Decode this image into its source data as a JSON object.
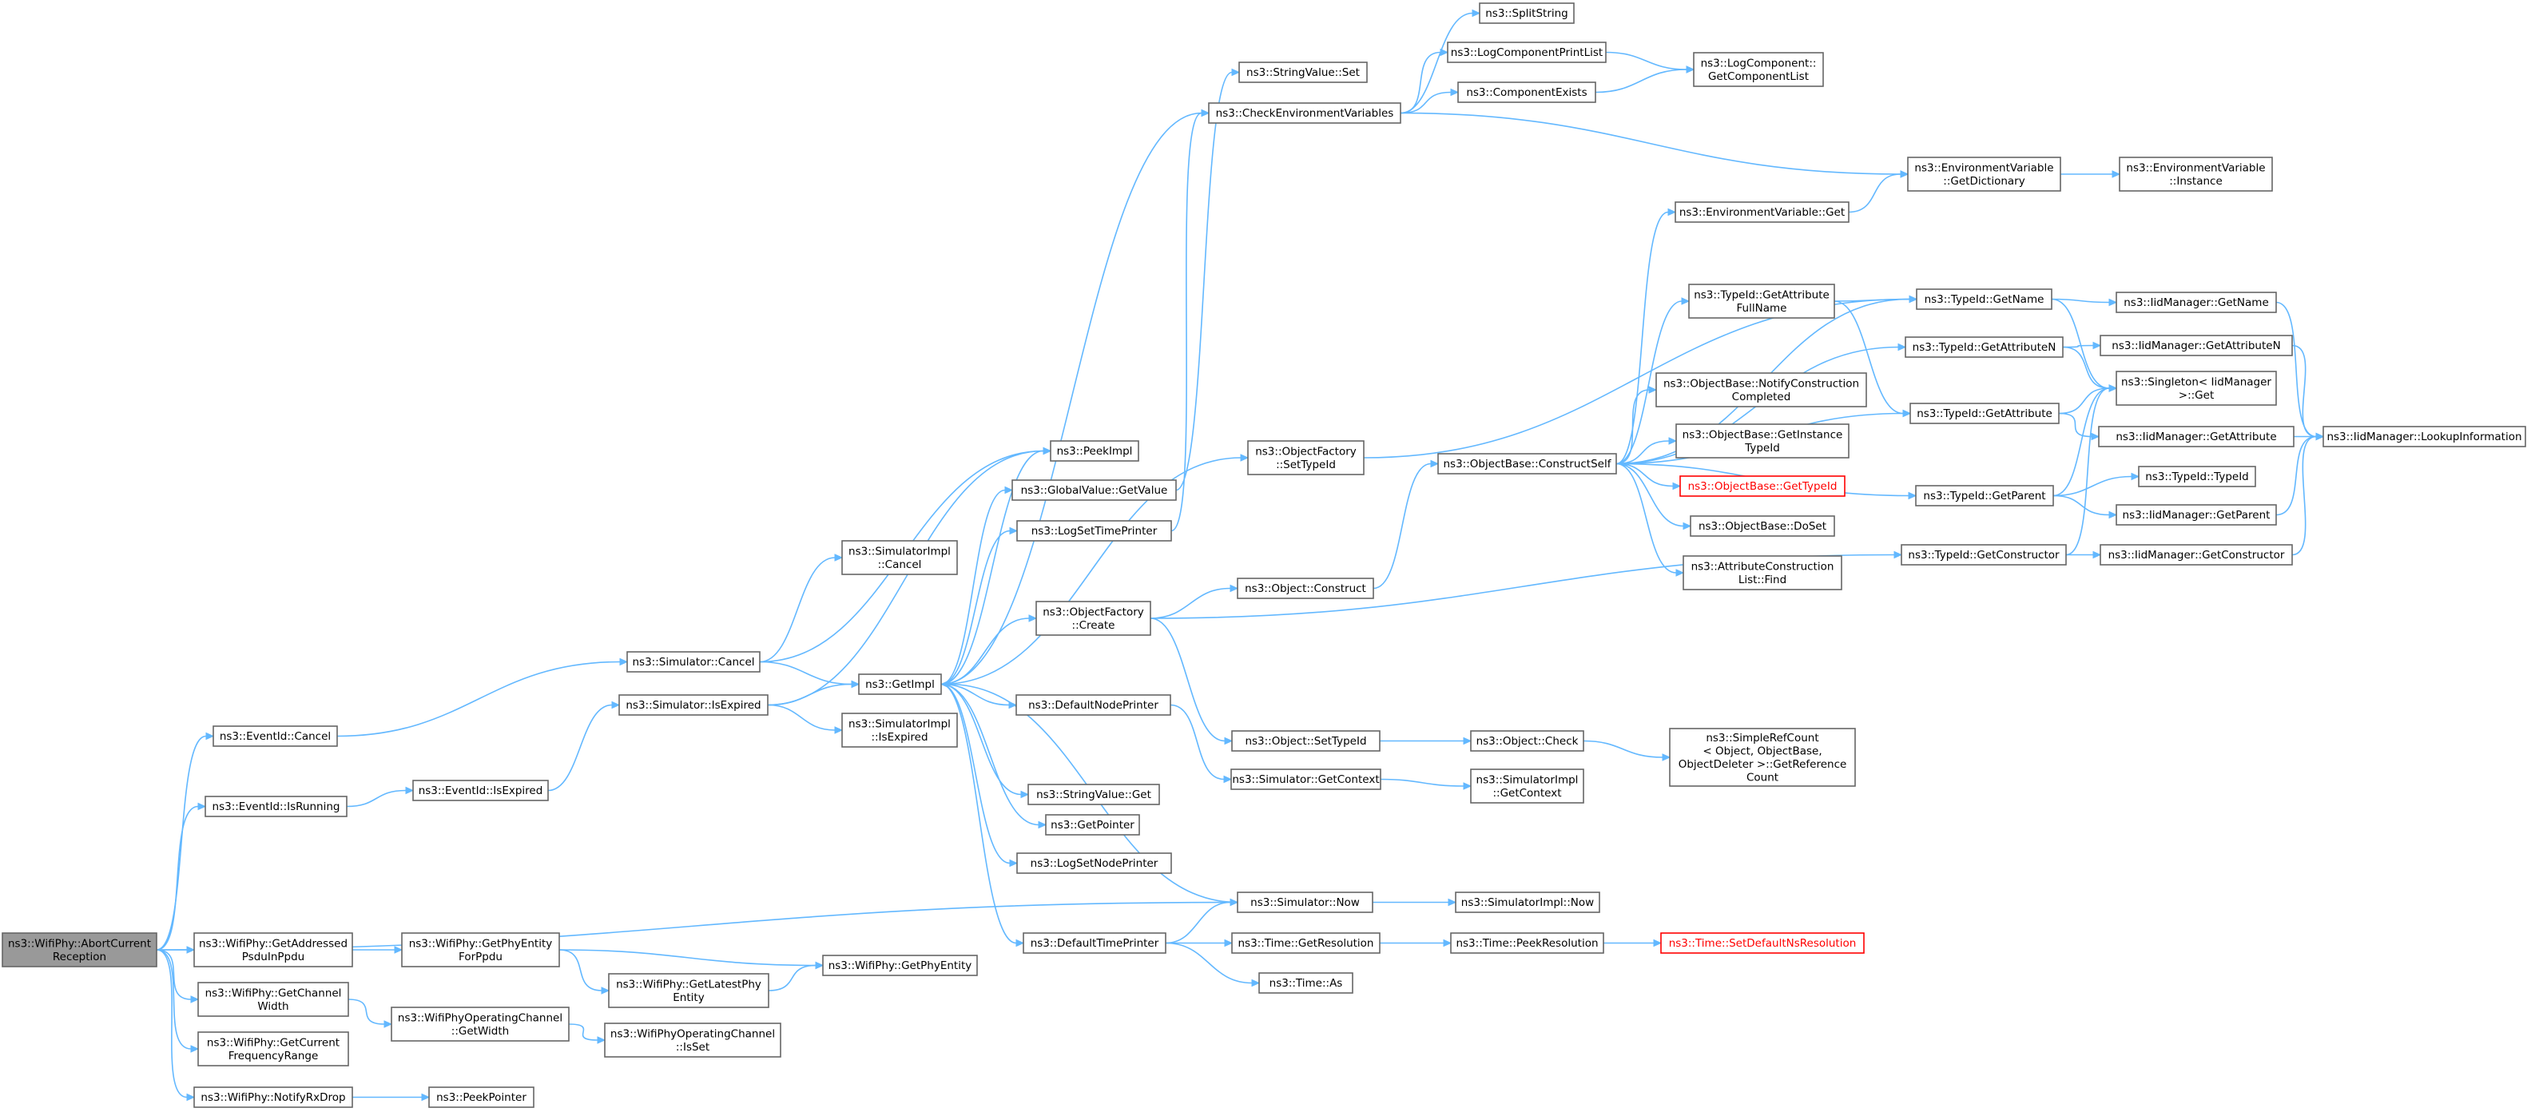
{
  "graph": {
    "edge_color": "#63b8ff",
    "root_fill": "#999999",
    "missing_doc_color": "#ff0000",
    "nodes": [
      {
        "id": "abortCurrentReception",
        "lines": [
          "ns3::WifiPhy::AbortCurrent",
          "Reception"
        ],
        "style": "root"
      },
      {
        "id": "eventIdCancel",
        "lines": [
          "ns3::EventId::Cancel"
        ]
      },
      {
        "id": "eventIdIsRunning",
        "lines": [
          "ns3::EventId::IsRunning"
        ]
      },
      {
        "id": "getAddressedPsdu",
        "lines": [
          "ns3::WifiPhy::GetAddressed",
          "PsduInPpdu"
        ]
      },
      {
        "id": "getChannelWidth",
        "lines": [
          "ns3::WifiPhy::GetChannel",
          "Width"
        ]
      },
      {
        "id": "getCurrentFreqRange",
        "lines": [
          "ns3::WifiPhy::GetCurrent",
          "FrequencyRange"
        ]
      },
      {
        "id": "notifyRxDrop",
        "lines": [
          "ns3::WifiPhy::NotifyRxDrop"
        ]
      },
      {
        "id": "eventIdIsExpired",
        "lines": [
          "ns3::EventId::IsExpired"
        ]
      },
      {
        "id": "getPhyEntityForPpdu",
        "lines": [
          "ns3::WifiPhy::GetPhyEntity",
          "ForPpdu"
        ]
      },
      {
        "id": "opChannelGetWidth",
        "lines": [
          "ns3::WifiPhyOperatingChannel",
          "::GetWidth"
        ]
      },
      {
        "id": "peekPointer",
        "lines": [
          "ns3::PeekPointer"
        ]
      },
      {
        "id": "simulatorCancel",
        "lines": [
          "ns3::Simulator::Cancel"
        ]
      },
      {
        "id": "simulatorIsExpired",
        "lines": [
          "ns3::Simulator::IsExpired"
        ]
      },
      {
        "id": "getLatestPhyEntity",
        "lines": [
          "ns3::WifiPhy::GetLatestPhy",
          "Entity"
        ]
      },
      {
        "id": "opChannelIsSet",
        "lines": [
          "ns3::WifiPhyOperatingChannel",
          "::IsSet"
        ]
      },
      {
        "id": "simImplCancel",
        "lines": [
          "ns3::SimulatorImpl",
          "::Cancel"
        ]
      },
      {
        "id": "simImplIsExpired",
        "lines": [
          "ns3::SimulatorImpl",
          "::IsExpired"
        ]
      },
      {
        "id": "getImpl",
        "lines": [
          "ns3::GetImpl"
        ]
      },
      {
        "id": "getPhyEntity",
        "lines": [
          "ns3::WifiPhy::GetPhyEntity"
        ]
      },
      {
        "id": "peekImpl",
        "lines": [
          "ns3::PeekImpl"
        ]
      },
      {
        "id": "globalValueGetValue",
        "lines": [
          "ns3::GlobalValue::GetValue"
        ]
      },
      {
        "id": "logSetTimePrinter",
        "lines": [
          "ns3::LogSetTimePrinter"
        ]
      },
      {
        "id": "objectFactoryCreate",
        "lines": [
          "ns3::ObjectFactory",
          "::Create"
        ]
      },
      {
        "id": "defaultNodePrinter",
        "lines": [
          "ns3::DefaultNodePrinter"
        ]
      },
      {
        "id": "stringValueGet",
        "lines": [
          "ns3::StringValue::Get"
        ]
      },
      {
        "id": "getPointer",
        "lines": [
          "ns3::GetPointer"
        ]
      },
      {
        "id": "logSetNodePrinter",
        "lines": [
          "ns3::LogSetNodePrinter"
        ]
      },
      {
        "id": "defaultTimePrinter",
        "lines": [
          "ns3::DefaultTimePrinter"
        ]
      },
      {
        "id": "stringValueSet",
        "lines": [
          "ns3::StringValue::Set"
        ]
      },
      {
        "id": "checkEnvVars",
        "lines": [
          "ns3::CheckEnvironmentVariables"
        ]
      },
      {
        "id": "objectFactorySetTypeId",
        "lines": [
          "ns3::ObjectFactory",
          "::SetTypeId"
        ]
      },
      {
        "id": "objectConstruct",
        "lines": [
          "ns3::Object::Construct"
        ]
      },
      {
        "id": "objectSetTypeId",
        "lines": [
          "ns3::Object::SetTypeId"
        ]
      },
      {
        "id": "simulatorGetContext",
        "lines": [
          "ns3::Simulator::GetContext"
        ]
      },
      {
        "id": "simulatorNow",
        "lines": [
          "ns3::Simulator::Now"
        ]
      },
      {
        "id": "timeGetResolution",
        "lines": [
          "ns3::Time::GetResolution"
        ]
      },
      {
        "id": "timeAs",
        "lines": [
          "ns3::Time::As"
        ]
      },
      {
        "id": "splitString",
        "lines": [
          "ns3::SplitString"
        ]
      },
      {
        "id": "logComponentPrintList",
        "lines": [
          "ns3::LogComponentPrintList"
        ]
      },
      {
        "id": "componentExists",
        "lines": [
          "ns3::ComponentExists"
        ]
      },
      {
        "id": "objectBaseConstructSelf",
        "lines": [
          "ns3::ObjectBase::ConstructSelf"
        ]
      },
      {
        "id": "objectCheck",
        "lines": [
          "ns3::Object::Check"
        ]
      },
      {
        "id": "simImplGetContext",
        "lines": [
          "ns3::SimulatorImpl",
          "::GetContext"
        ]
      },
      {
        "id": "simImplNow",
        "lines": [
          "ns3::SimulatorImpl::Now"
        ]
      },
      {
        "id": "timePeekResolution",
        "lines": [
          "ns3::Time::PeekResolution"
        ]
      },
      {
        "id": "logComponentGetList",
        "lines": [
          "ns3::LogComponent::",
          "GetComponentList"
        ]
      },
      {
        "id": "envVarGet",
        "lines": [
          "ns3::EnvironmentVariable::Get"
        ]
      },
      {
        "id": "typeIdGetAttrFullName",
        "lines": [
          "ns3::TypeId::GetAttribute",
          "FullName"
        ]
      },
      {
        "id": "notifyConstructionCompleted",
        "lines": [
          "ns3::ObjectBase::NotifyConstruction",
          "Completed"
        ]
      },
      {
        "id": "getInstanceTypeId",
        "lines": [
          "ns3::ObjectBase::GetInstance",
          "TypeId"
        ]
      },
      {
        "id": "objectBaseGetTypeId",
        "lines": [
          "ns3::ObjectBase::GetTypeId"
        ],
        "style": "red"
      },
      {
        "id": "objectBaseDoSet",
        "lines": [
          "ns3::ObjectBase::DoSet"
        ]
      },
      {
        "id": "attrConstructionListFind",
        "lines": [
          "ns3::AttributeConstruction",
          "List::Find"
        ]
      },
      {
        "id": "simpleRefCount",
        "lines": [
          "ns3::SimpleRefCount",
          "< Object, ObjectBase,",
          "ObjectDeleter >::GetReference",
          "Count"
        ]
      },
      {
        "id": "setDefaultNsResolution",
        "lines": [
          "ns3::Time::SetDefaultNsResolution"
        ],
        "style": "red"
      },
      {
        "id": "envVarGetDictionary",
        "lines": [
          "ns3::EnvironmentVariable",
          "::GetDictionary"
        ]
      },
      {
        "id": "typeIdGetName",
        "lines": [
          "ns3::TypeId::GetName"
        ]
      },
      {
        "id": "typeIdGetAttributeN",
        "lines": [
          "ns3::TypeId::GetAttributeN"
        ]
      },
      {
        "id": "typeIdGetAttribute",
        "lines": [
          "ns3::TypeId::GetAttribute"
        ]
      },
      {
        "id": "typeIdGetParent",
        "lines": [
          "ns3::TypeId::GetParent"
        ]
      },
      {
        "id": "typeIdGetConstructor",
        "lines": [
          "ns3::TypeId::GetConstructor"
        ]
      },
      {
        "id": "envVarInstance",
        "lines": [
          "ns3::EnvironmentVariable",
          "::Instance"
        ]
      },
      {
        "id": "iidGetName",
        "lines": [
          "ns3::IidManager::GetName"
        ]
      },
      {
        "id": "iidGetAttributeN",
        "lines": [
          "ns3::IidManager::GetAttributeN"
        ]
      },
      {
        "id": "singletonGet",
        "lines": [
          "ns3::Singleton< IidManager",
          " >::Get"
        ]
      },
      {
        "id": "iidGetAttribute",
        "lines": [
          "ns3::IidManager::GetAttribute"
        ]
      },
      {
        "id": "typeIdTypeId",
        "lines": [
          "ns3::TypeId::TypeId"
        ]
      },
      {
        "id": "iidGetParent",
        "lines": [
          "ns3::IidManager::GetParent"
        ]
      },
      {
        "id": "iidGetConstructor",
        "lines": [
          "ns3::IidManager::GetConstructor"
        ]
      },
      {
        "id": "iidLookupInformation",
        "lines": [
          "ns3::IidManager::LookupInformation"
        ]
      }
    ],
    "edges": [
      [
        "abortCurrentReception",
        "eventIdCancel"
      ],
      [
        "abortCurrentReception",
        "eventIdIsRunning"
      ],
      [
        "abortCurrentReception",
        "simulatorNow"
      ],
      [
        "abortCurrentReception",
        "getAddressedPsdu"
      ],
      [
        "abortCurrentReception",
        "getChannelWidth"
      ],
      [
        "abortCurrentReception",
        "getCurrentFreqRange"
      ],
      [
        "abortCurrentReception",
        "notifyRxDrop"
      ],
      [
        "eventIdCancel",
        "simulatorCancel"
      ],
      [
        "eventIdIsRunning",
        "eventIdIsExpired"
      ],
      [
        "eventIdIsExpired",
        "simulatorIsExpired"
      ],
      [
        "getAddressedPsdu",
        "getPhyEntityForPpdu"
      ],
      [
        "getPhyEntityForPpdu",
        "getPhyEntity"
      ],
      [
        "getPhyEntityForPpdu",
        "getLatestPhyEntity"
      ],
      [
        "getLatestPhyEntity",
        "getPhyEntity"
      ],
      [
        "getChannelWidth",
        "opChannelGetWidth"
      ],
      [
        "opChannelGetWidth",
        "opChannelIsSet"
      ],
      [
        "notifyRxDrop",
        "peekPointer"
      ],
      [
        "simulatorCancel",
        "simImplCancel"
      ],
      [
        "simulatorCancel",
        "peekImpl"
      ],
      [
        "simulatorCancel",
        "getImpl"
      ],
      [
        "simulatorIsExpired",
        "getImpl"
      ],
      [
        "simulatorIsExpired",
        "simImplIsExpired"
      ],
      [
        "simulatorIsExpired",
        "peekImpl"
      ],
      [
        "getImpl",
        "peekImpl"
      ],
      [
        "getImpl",
        "globalValueGetValue"
      ],
      [
        "getImpl",
        "logSetTimePrinter"
      ],
      [
        "getImpl",
        "objectFactoryCreate"
      ],
      [
        "getImpl",
        "defaultNodePrinter"
      ],
      [
        "getImpl",
        "stringValueGet"
      ],
      [
        "getImpl",
        "getPointer"
      ],
      [
        "getImpl",
        "logSetNodePrinter"
      ],
      [
        "getImpl",
        "defaultTimePrinter"
      ],
      [
        "getImpl",
        "objectFactorySetTypeId"
      ],
      [
        "getImpl",
        "checkEnvVars"
      ],
      [
        "globalValueGetValue",
        "stringValueSet"
      ],
      [
        "logSetTimePrinter",
        "checkEnvVars"
      ],
      [
        "objectFactoryCreate",
        "objectConstruct"
      ],
      [
        "objectFactoryCreate",
        "objectSetTypeId"
      ],
      [
        "objectFactoryCreate",
        "typeIdGetConstructor"
      ],
      [
        "defaultNodePrinter",
        "simulatorGetContext"
      ],
      [
        "defaultTimePrinter",
        "simulatorNow"
      ],
      [
        "defaultTimePrinter",
        "timeGetResolution"
      ],
      [
        "defaultTimePrinter",
        "timeAs"
      ],
      [
        "simulatorNow",
        "getImpl"
      ],
      [
        "simulatorNow",
        "simImplNow"
      ],
      [
        "simulatorGetContext",
        "simImplGetContext"
      ],
      [
        "objectSetTypeId",
        "objectCheck"
      ],
      [
        "objectCheck",
        "simpleRefCount"
      ],
      [
        "objectConstruct",
        "objectBaseConstructSelf"
      ],
      [
        "objectFactorySetTypeId",
        "typeIdGetName"
      ],
      [
        "timeGetResolution",
        "timePeekResolution"
      ],
      [
        "timePeekResolution",
        "setDefaultNsResolution"
      ],
      [
        "checkEnvVars",
        "splitString"
      ],
      [
        "checkEnvVars",
        "logComponentPrintList"
      ],
      [
        "checkEnvVars",
        "componentExists"
      ],
      [
        "checkEnvVars",
        "envVarGetDictionary"
      ],
      [
        "logComponentPrintList",
        "logComponentGetList"
      ],
      [
        "componentExists",
        "logComponentGetList"
      ],
      [
        "objectBaseConstructSelf",
        "envVarGet"
      ],
      [
        "objectBaseConstructSelf",
        "typeIdGetName"
      ],
      [
        "objectBaseConstructSelf",
        "typeIdGetAttrFullName"
      ],
      [
        "objectBaseConstructSelf",
        "typeIdGetAttributeN"
      ],
      [
        "objectBaseConstructSelf",
        "notifyConstructionCompleted"
      ],
      [
        "objectBaseConstructSelf",
        "getInstanceTypeId"
      ],
      [
        "objectBaseConstructSelf",
        "objectBaseGetTypeId"
      ],
      [
        "objectBaseConstructSelf",
        "objectBaseDoSet"
      ],
      [
        "objectBaseConstructSelf",
        "attrConstructionListFind"
      ],
      [
        "objectBaseConstructSelf",
        "typeIdGetAttribute"
      ],
      [
        "objectBaseConstructSelf",
        "typeIdGetParent"
      ],
      [
        "envVarGet",
        "envVarGetDictionary"
      ],
      [
        "envVarGetDictionary",
        "envVarInstance"
      ],
      [
        "typeIdGetAttrFullName",
        "typeIdGetName"
      ],
      [
        "typeIdGetAttrFullName",
        "typeIdGetAttribute"
      ],
      [
        "typeIdGetName",
        "iidGetName"
      ],
      [
        "typeIdGetName",
        "singletonGet"
      ],
      [
        "typeIdGetAttributeN",
        "iidGetAttributeN"
      ],
      [
        "typeIdGetAttributeN",
        "singletonGet"
      ],
      [
        "typeIdGetAttribute",
        "singletonGet"
      ],
      [
        "typeIdGetAttribute",
        "iidGetAttribute"
      ],
      [
        "typeIdGetParent",
        "singletonGet"
      ],
      [
        "typeIdGetParent",
        "typeIdTypeId"
      ],
      [
        "typeIdGetParent",
        "iidGetParent"
      ],
      [
        "typeIdGetConstructor",
        "singletonGet"
      ],
      [
        "typeIdGetConstructor",
        "iidGetConstructor"
      ],
      [
        "iidGetName",
        "iidLookupInformation"
      ],
      [
        "iidGetAttributeN",
        "iidLookupInformation"
      ],
      [
        "iidGetAttribute",
        "iidLookupInformation"
      ],
      [
        "iidGetParent",
        "iidLookupInformation"
      ],
      [
        "iidGetConstructor",
        "iidLookupInformation"
      ]
    ]
  }
}
